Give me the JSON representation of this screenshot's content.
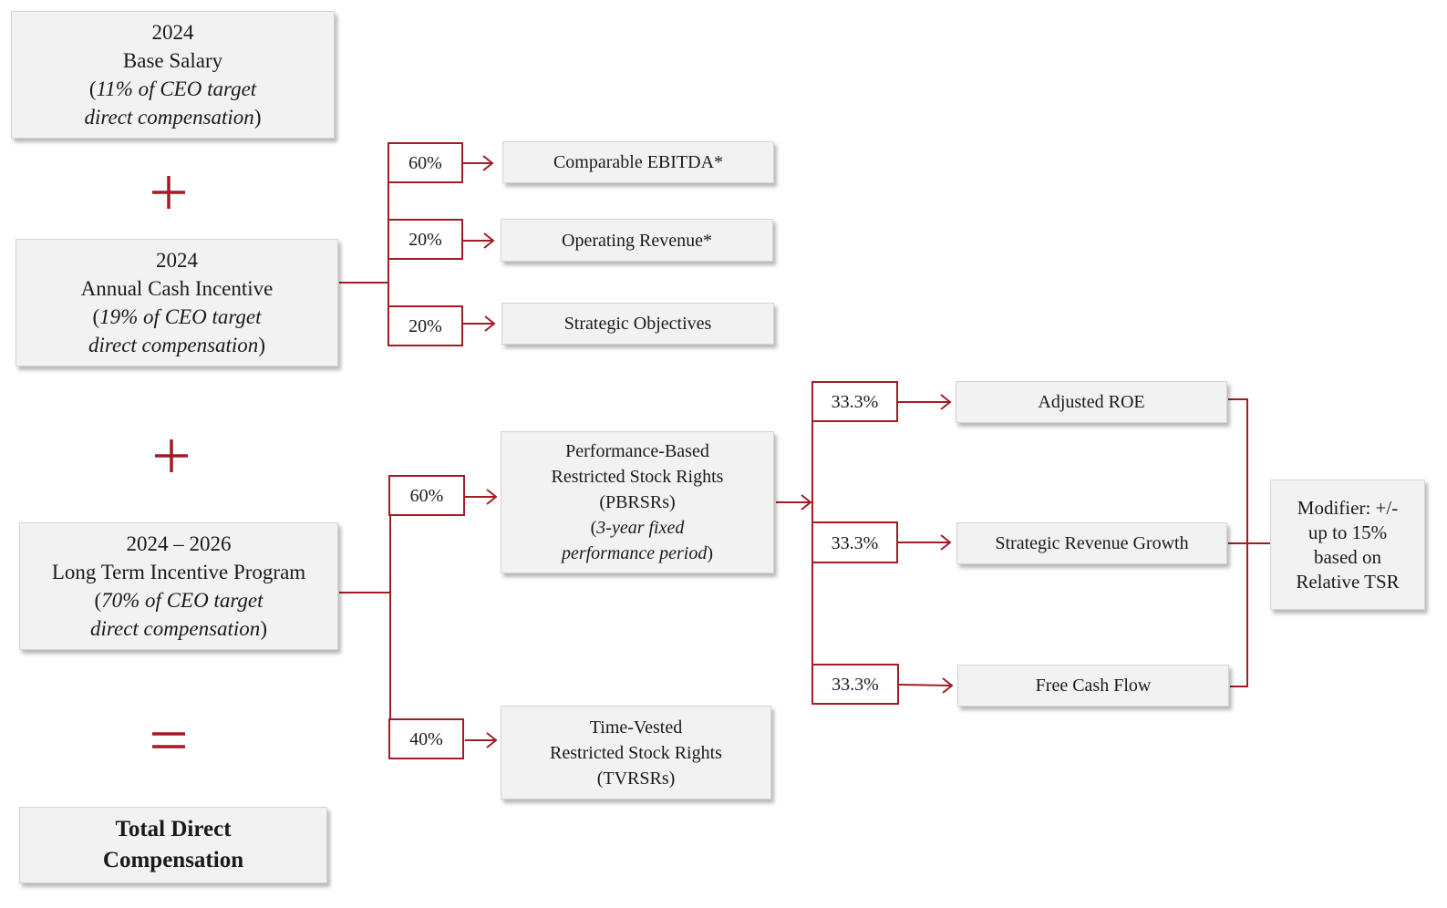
{
  "colors": {
    "accent": "#a11d25",
    "box_fill": "#f2f2f2"
  },
  "operators": {
    "plus1": "+",
    "plus2": "+",
    "equals": "="
  },
  "components": {
    "base_salary": {
      "line1": "2024",
      "line2": "Base Salary",
      "line3": "11% of CEO target",
      "line4": "direct compensation",
      "open": "(",
      "close": ")"
    },
    "annual_cash": {
      "line1": "2024",
      "line2": "Annual Cash Incentive",
      "line3": "19% of CEO target",
      "line4": "direct compensation",
      "open": "(",
      "close": ")"
    },
    "long_term": {
      "line1": "2024 – 2026",
      "line2": "Long Term Incentive Program",
      "line3": "70% of CEO target",
      "line4": "direct compensation",
      "open": "(",
      "close": ")"
    },
    "total": {
      "line1": "Total Direct",
      "line2": "Compensation"
    }
  },
  "annual_metrics": [
    {
      "weight": "60%",
      "label": "Comparable EBITDA*"
    },
    {
      "weight": "20%",
      "label": "Operating Revenue*"
    },
    {
      "weight": "20%",
      "label": "Strategic Objectives"
    }
  ],
  "lti_awards": {
    "pbrsr": {
      "weight": "60%",
      "line1": "Performance-Based",
      "line2": "Restricted Stock Rights",
      "line3": "(PBRSRs)",
      "line4": "3-year fixed",
      "line5": "performance period",
      "open": "(",
      "close": ")"
    },
    "tvrsr": {
      "weight": "40%",
      "line1": "Time-Vested",
      "line2": "Restricted Stock Rights",
      "line3": "(TVRSRs)"
    }
  },
  "pbrsr_metrics": [
    {
      "weight": "33.3%",
      "label": "Adjusted ROE"
    },
    {
      "weight": "33.3%",
      "label": "Strategic Revenue Growth"
    },
    {
      "weight": "33.3%",
      "label": "Free Cash Flow"
    }
  ],
  "modifier": {
    "line1": "Modifier: +/-",
    "line2": "up to 15%",
    "line3": "based on",
    "line4": "Relative TSR"
  }
}
